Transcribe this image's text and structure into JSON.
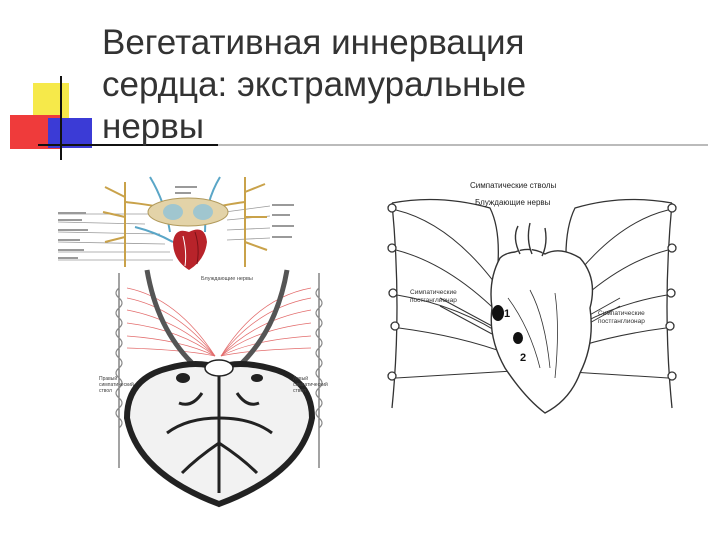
{
  "slide": {
    "title_lines": [
      "Вегетативная иннервация",
      "сердца: экстрамуральные",
      "нервы"
    ]
  },
  "figure_right": {
    "label_sympathetic_trunks": "Симпатические стволы",
    "label_vagus_nerves": "Блуждающие нервы",
    "label_symp_post_left_1": "Симпатические",
    "label_symp_post_left_2": "постганглионар",
    "label_symp_post_right_1": "Симпатические",
    "label_symp_post_right_2": "постганглионар",
    "marker_1": "1",
    "marker_2": "2"
  },
  "figure_left_bottom": {
    "label_vagus": "Блуждающие нервы",
    "label_left_trunk_1": "Правый",
    "label_left_trunk_2": "симпатический",
    "label_left_trunk_3": "ствол",
    "label_right_trunk_1": "Левый",
    "label_right_trunk_2": "симпатический",
    "label_right_trunk_3": "ствол"
  },
  "colors": {
    "title": "#333333",
    "accent_yellow": "#f6e94a",
    "accent_red": "#ef3b3b",
    "accent_blue": "#3b3bd6",
    "nerve_red": "#d93a3a",
    "heart_red": "#b8232a"
  }
}
